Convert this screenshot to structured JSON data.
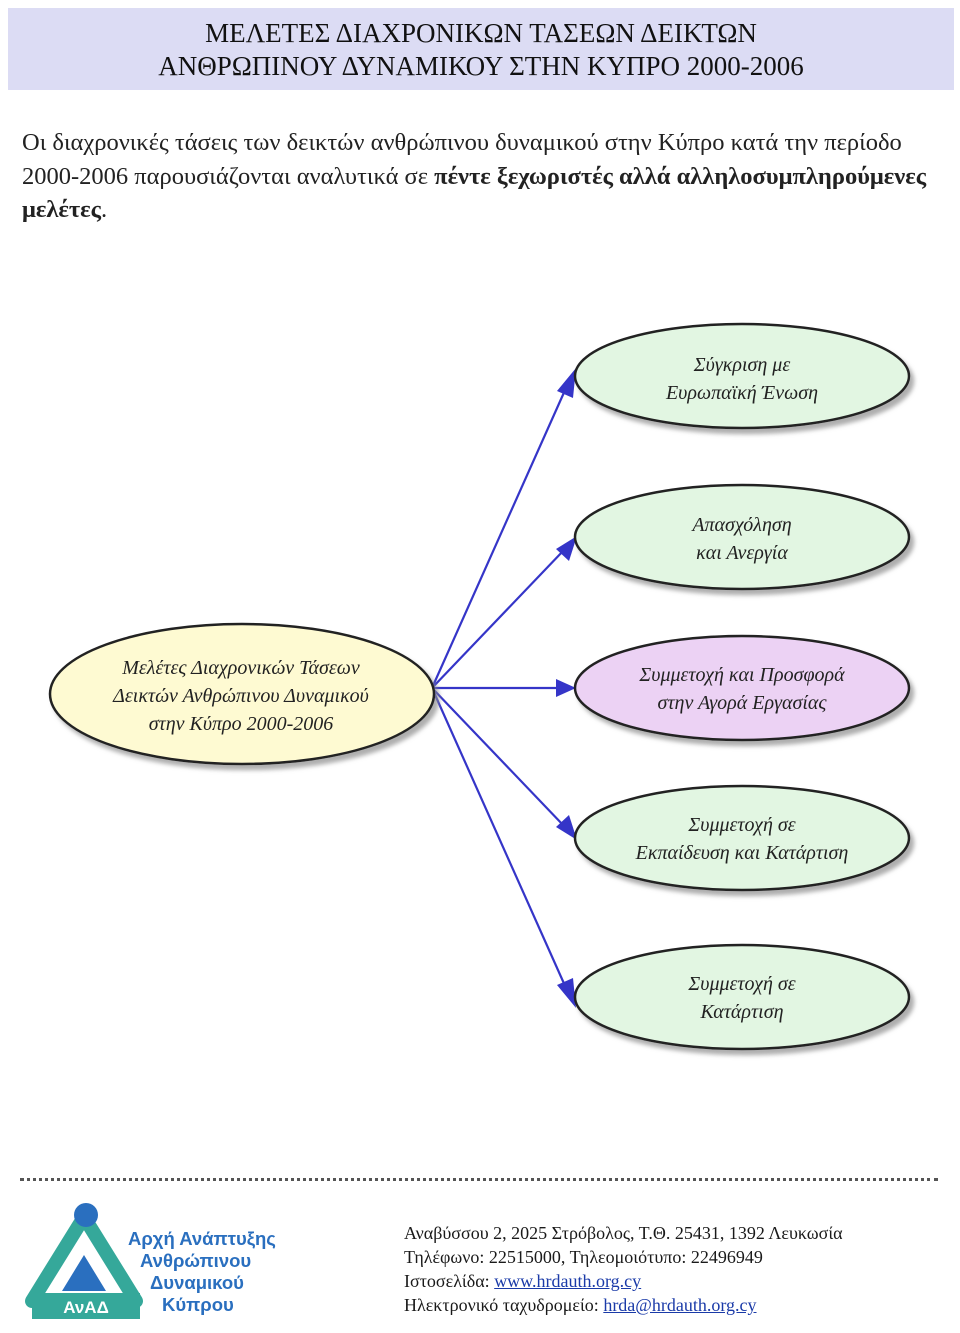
{
  "header": {
    "title_line1": "ΜΕΛΕΤΕΣ ΔΙΑΧΡΟΝΙΚΩΝ ΤΑΣΕΩΝ ΔΕΙΚΤΩΝ",
    "title_line2": "ΑΝΘΡΩΠΙΝΟΥ ΔΥΝΑΜΙΚΟΥ ΣΤΗΝ ΚΥΠΡΟ 2000-2006",
    "background_color": "#dcdcf4"
  },
  "intro": {
    "text_plain": "Οι διαχρονικές τάσεις των δεικτών ανθρώπινου δυναμικού στην Κύπρο κατά την περίοδο 2000-2006 παρουσιάζονται αναλυτικά σε ",
    "text_bold": "πέντε ξεχωριστές αλλά αλληλοσυμπληρούμενες μελέτες",
    "text_end": "."
  },
  "diagram": {
    "arrow_color": "#3535c8",
    "center": {
      "lines": [
        "Μελέτες Διαχρονικών Τάσεων",
        "Δεικτών Ανθρώπινου Δυναμικού",
        "στην Κύπρο 2000-2006"
      ],
      "fill": "#fefad2"
    },
    "studies": [
      {
        "lines": [
          "Σύγκριση με",
          "Ευρωπαϊκή Ένωση"
        ],
        "fill": "#e2f6e2"
      },
      {
        "lines": [
          "Απασχόληση",
          "και Ανεργία"
        ],
        "fill": "#e2f6e2"
      },
      {
        "lines": [
          "Συμμετοχή και Προσφορά",
          "στην Αγορά Εργασίας"
        ],
        "fill": "#ecd2f4"
      },
      {
        "lines": [
          "Συμμετοχή σε",
          "Εκπαίδευση και Κατάρτιση"
        ],
        "fill": "#e2f6e2"
      },
      {
        "lines": [
          "Συμμετοχή σε",
          "Κατάρτιση"
        ],
        "fill": "#e2f6e2"
      }
    ]
  },
  "footer": {
    "logo": {
      "lines": [
        "Αρχή Ανάπτυξης",
        "Ανθρώπινου",
        "Δυναμικού",
        "Κύπρου"
      ],
      "badge": "ΑνΑΔ",
      "color": "#2a6fbf",
      "accent_color": "#35a89a"
    },
    "address": "Αναβύσσου 2, 2025 Στρόβολος, Τ.Θ. 25431, 1392 Λευκωσία",
    "phone": "Τηλέφωνο: 22515000, Τηλεομοιότυπο: 22496949",
    "website_label": "Ιστοσελίδα: ",
    "website": "www.hrdauth.org.cy",
    "email_label": "Ηλεκτρονικό ταχυδρομείο: ",
    "email": "hrda@hrdauth.org.cy"
  }
}
